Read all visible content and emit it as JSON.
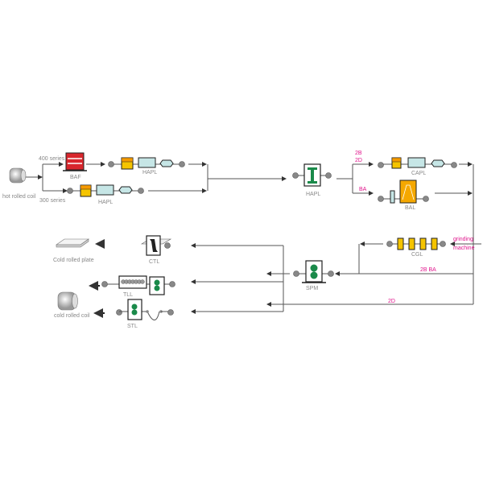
{
  "labels": {
    "hot_coil": "hot rolled coil",
    "series_400": "400 series",
    "series_300": "300 series",
    "baf": "BAF",
    "hapl_top": "HAPL",
    "hapl_bottom": "HAPL",
    "hapl_mill": "HAPL",
    "capl": "CAPL",
    "bal": "BAL",
    "route_2b": "2B",
    "route_2d": "2D",
    "route_ba": "BA",
    "cgl": "CGL",
    "grinding_1": "grinding",
    "grinding_2": "machine",
    "route_2b_ba": "2B  BA",
    "route_2d_bottom": "2D",
    "spm": "SPM",
    "ctl": "CTL",
    "tll": "TLL",
    "stl": "STL",
    "cold_plate": "Cold rolled plate",
    "cold_coil": "cold rolled coil"
  },
  "colors": {
    "red": "#d8262c",
    "yellow": "#f5c400",
    "orange": "#f59a00",
    "cyan": "#c6e6e6",
    "green": "#1a8a4a",
    "pink": "#e0158c"
  }
}
